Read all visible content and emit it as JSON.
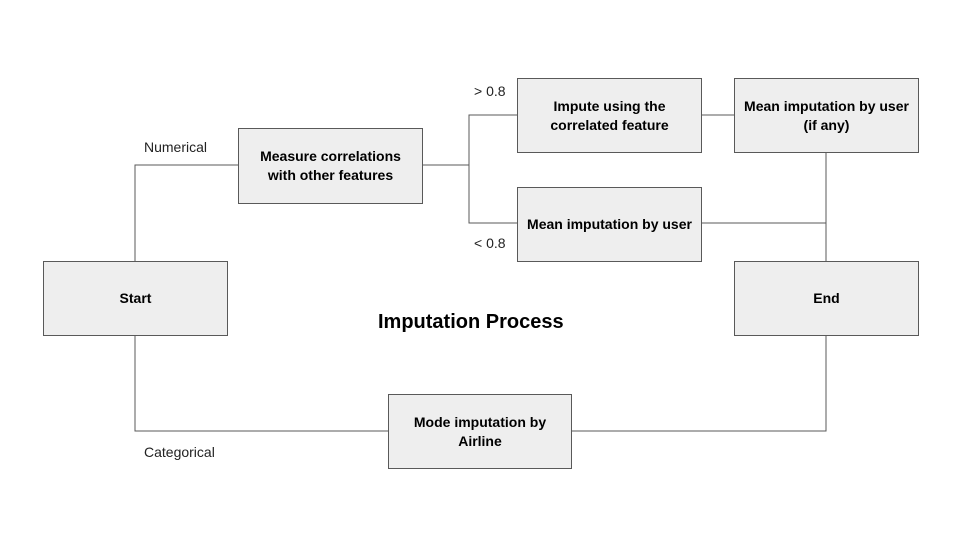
{
  "diagram": {
    "title": "Imputation Process",
    "nodes": {
      "start": "Start",
      "measure": "Measure correlations with other features",
      "impute_correlated": "Impute using the correlated feature",
      "mean_user_if_any": "Mean imputation by user (if any)",
      "mean_user": "Mean imputation by user",
      "end": "End",
      "mode_airline": "Mode imputation by Airline"
    },
    "edge_labels": {
      "numerical": "Numerical",
      "categorical": "Categorical",
      "gt": "> 0.8",
      "lt": "< 0.8"
    },
    "colors": {
      "node_fill": "#eeeeee",
      "node_border": "#595959",
      "connector": "#595959"
    }
  }
}
